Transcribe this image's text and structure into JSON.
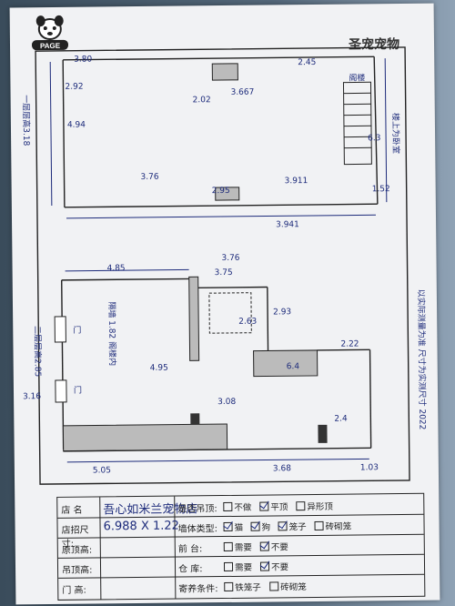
{
  "header": {
    "brand": "圣宠宠物",
    "logo_text": "PAGE"
  },
  "sketch_labels": {
    "top_left_dims": [
      "3.80",
      "2.92",
      "2.02",
      "4.94",
      "3.911",
      "3.941",
      "3.667",
      "3.76",
      "2.45",
      "1.52",
      "6.3",
      "2.95"
    ],
    "top_side_note": "一层层高3.18",
    "top_stair_label": "阁楼",
    "right_note_1": "楼上为卧室",
    "right_note_2": "以实际测量为准 尺寸为实测尺寸 2022",
    "bottom_dims": [
      "4.85",
      "3.76",
      "3.75",
      "2.93",
      "2.63",
      "6.4",
      "3.68",
      "5.05",
      "4.95",
      "3.08",
      "2.4",
      "1.03",
      "3.16",
      "2.22"
    ],
    "bottom_side_note": "二层层高2.85",
    "bottom_room_note": "隔墙 1.82 阁楼内",
    "bottom_tag": "门"
  },
  "form": {
    "store_label": "店 名",
    "store_value": "吾心如米兰宠物店",
    "size_label": "店招尺寸:",
    "size_value": "6.988 X 1.22",
    "old_sign_label": "原顶高:",
    "ceiling_label": "吊顶高:",
    "door_label": "门 高:",
    "ceiling_q_label": "是否吊顶:",
    "ceiling_options": [
      {
        "label": "不做",
        "checked": false
      },
      {
        "label": "平顶",
        "checked": true
      },
      {
        "label": "异形顶",
        "checked": false
      }
    ],
    "wall_label": "墙体类型:",
    "wall_options": [
      {
        "label": "猫",
        "checked": true
      },
      {
        "label": "狗",
        "checked": true
      },
      {
        "label": "笼子",
        "checked": true
      },
      {
        "label": "砖砌笼",
        "checked": false
      }
    ],
    "front_label": "前 台:",
    "front_options": [
      {
        "label": "需要",
        "checked": false
      },
      {
        "label": "不要",
        "checked": true
      }
    ],
    "storage_label": "仓 库:",
    "storage_options": [
      {
        "label": "需要",
        "checked": false
      },
      {
        "label": "不要",
        "checked": true
      }
    ],
    "foster_label": "寄养条件:",
    "foster_options": [
      {
        "label": "铁笼子",
        "checked": false
      },
      {
        "label": "砖砌笼",
        "checked": false
      }
    ]
  }
}
